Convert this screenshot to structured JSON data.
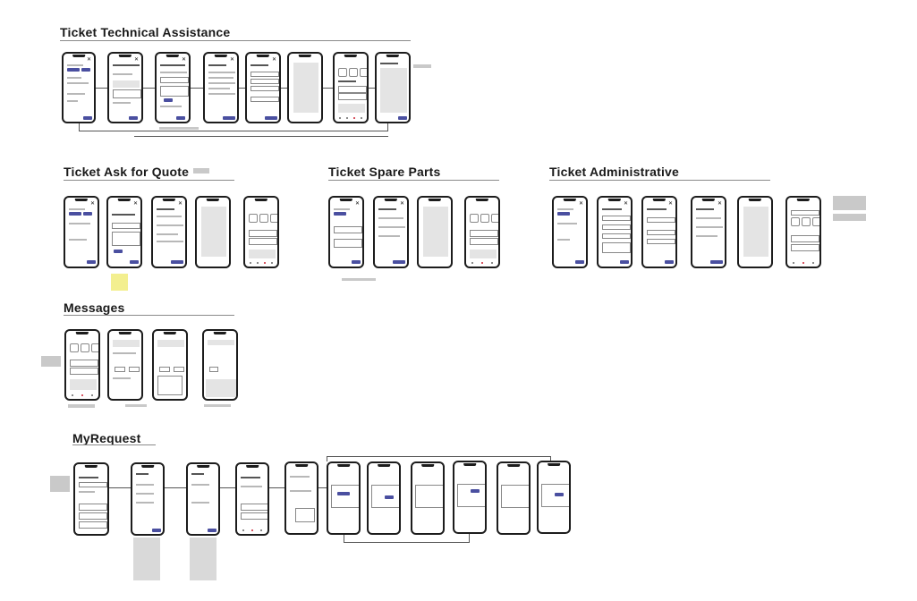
{
  "sections": [
    {
      "id": "tech",
      "title": "Ticket Technical Assistance"
    },
    {
      "id": "quote",
      "title": "Ticket Ask for Quote"
    },
    {
      "id": "spare",
      "title": "Ticket Spare Parts"
    },
    {
      "id": "admin",
      "title": "Ticket Administrative"
    },
    {
      "id": "messages",
      "title": "Messages"
    },
    {
      "id": "myrequest",
      "title": "MyRequest"
    }
  ],
  "colors": {
    "accent": "#4a4fa0",
    "frame": "#1c1c1c",
    "sticky": "#f3ef8f"
  }
}
